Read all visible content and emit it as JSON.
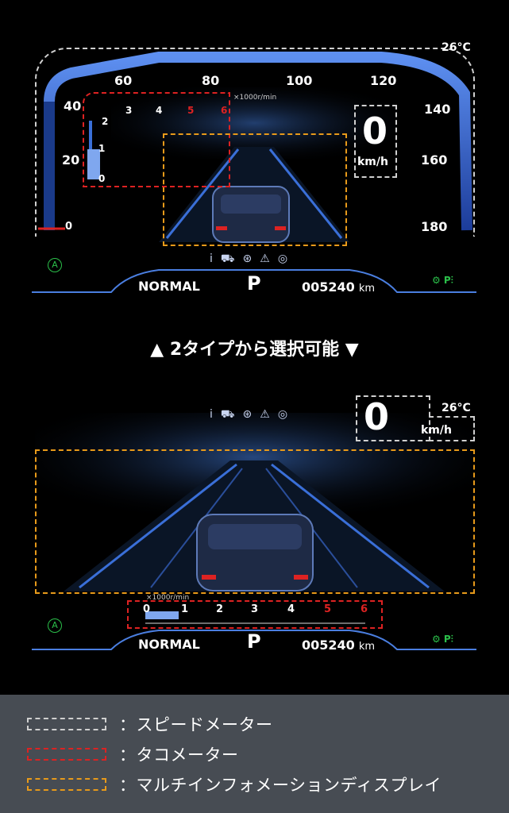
{
  "top": {
    "temperature": "26°C",
    "speed_ticks": [
      "0",
      "20",
      "40",
      "60",
      "80",
      "100",
      "120",
      "140",
      "160",
      "180"
    ],
    "tach_unit": "×1000r/min",
    "tach_ticks": [
      "0",
      "1",
      "2",
      "3",
      "4",
      "5",
      "6"
    ],
    "speed_value": "0",
    "speed_unit": "km/h",
    "drive_mode": "NORMAL",
    "gear": "P",
    "odometer": "005240",
    "odo_unit": "km",
    "auto_indicator": "A",
    "status_icons": [
      "info-icon",
      "car-icon",
      "brake-icon",
      "warning-icon",
      "tire-icon"
    ]
  },
  "middle_caption": "▲ 2タイプから選択可能 ▼",
  "bottom": {
    "temperature": "26°C",
    "speed_value": "0",
    "speed_unit": "km/h",
    "tach_unit": "×1000r/min",
    "tach_ticks": [
      "0",
      "1",
      "2",
      "3",
      "4",
      "5",
      "6"
    ],
    "drive_mode": "NORMAL",
    "gear": "P",
    "odometer": "005240",
    "odo_unit": "km",
    "auto_indicator": "A",
    "status_icons": [
      "info-icon",
      "car-icon",
      "brake-icon",
      "warning-icon",
      "tire-icon"
    ]
  },
  "legend": [
    {
      "color": "#d0d0d0",
      "label": "：スピードメーター"
    },
    {
      "color": "#d22222",
      "label": "：タコメーター"
    },
    {
      "color": "#e89a1a",
      "label": "：マルチインフォメーションディスプレイ"
    }
  ],
  "colors": {
    "accent_blue": "#3a6fd8",
    "redline": "#d22",
    "green": "#2bbf4a"
  }
}
